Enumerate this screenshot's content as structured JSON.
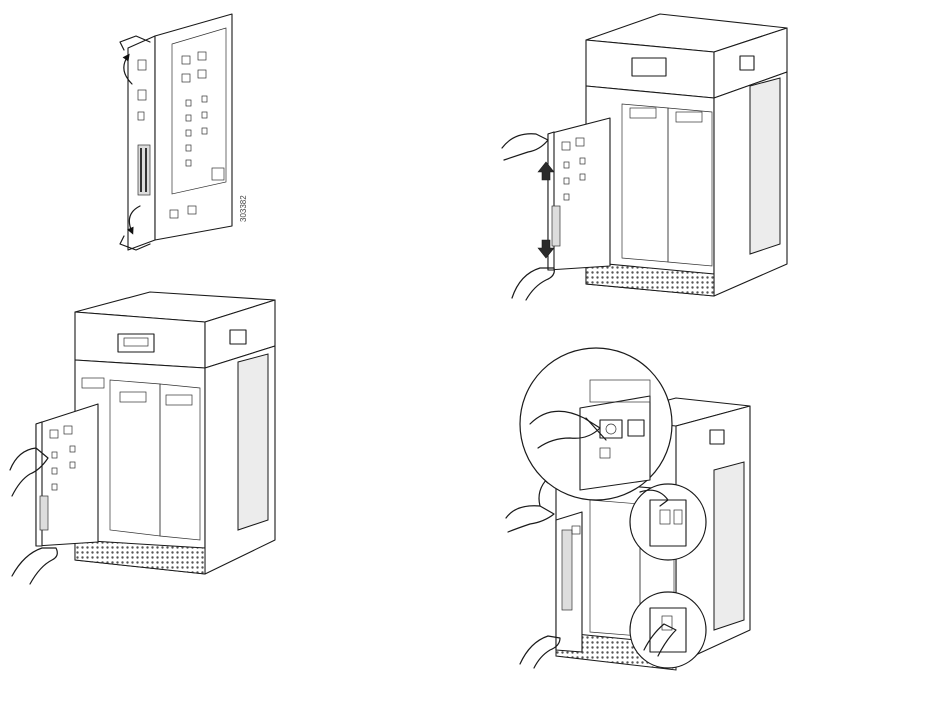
{
  "figures": [
    {
      "name": "card-ejector-levers",
      "id_label": "303382"
    },
    {
      "name": "card-slide-into-chassis",
      "id_label": ""
    },
    {
      "name": "card-insert-chassis-arrows",
      "id_label": ""
    },
    {
      "name": "card-seat-and-lock-detail",
      "id_label": ""
    }
  ]
}
